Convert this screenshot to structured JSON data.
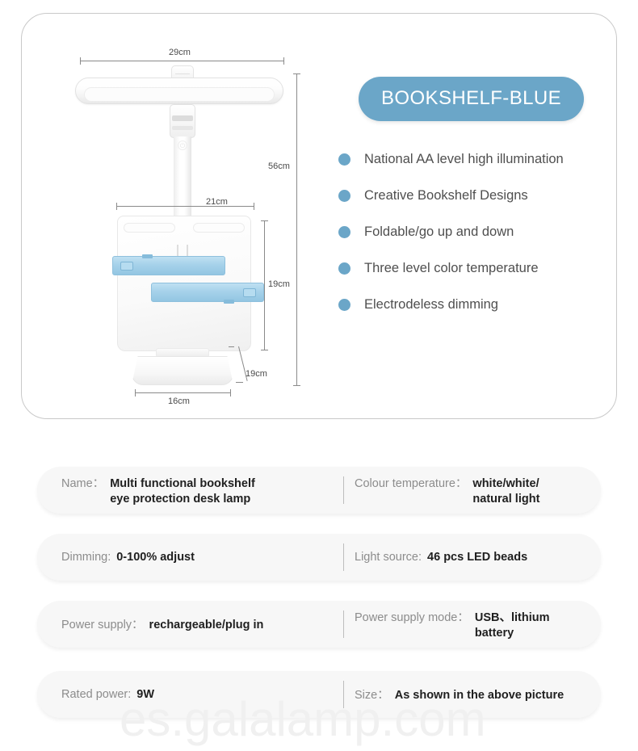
{
  "hero": {
    "title_badge": "BOOKSHELF-BLUE",
    "features": [
      "National AA level high illumination",
      "Creative Bookshelf Designs",
      "Foldable/go up and down",
      "Three level color temperature",
      "Electrodeless dimming"
    ],
    "dimensions": {
      "head_width": "29cm",
      "total_height": "56cm",
      "shelf_width": "21cm",
      "shelf_height": "19cm",
      "shelf_depth": "19cm",
      "base_width": "16cm"
    }
  },
  "specs": [
    {
      "left_label": "Name：",
      "left_value": "Multi functional bookshelf\neye protection desk lamp",
      "right_label": "Colour temperature：",
      "right_value": "white/white/\nnatural light"
    },
    {
      "left_label": "Dimming:",
      "left_value": "0-100% adjust",
      "right_label": "Light source:",
      "right_value": "46 pcs LED beads"
    },
    {
      "left_label": "Power supply：",
      "left_value": "rechargeable/plug in",
      "right_label": "Power supply mode：",
      "right_value": "USB、lithium\nbattery"
    },
    {
      "left_label": "Rated power:",
      "left_value": "9W",
      "right_label": "Size：",
      "right_value": "As shown in the above picture"
    }
  ],
  "watermark": "es.galalamp.com",
  "colors": {
    "accent_blue": "#6ba6c8",
    "clamp_blue": "#a6d2ea",
    "spec_bg": "#f7f7f7"
  }
}
